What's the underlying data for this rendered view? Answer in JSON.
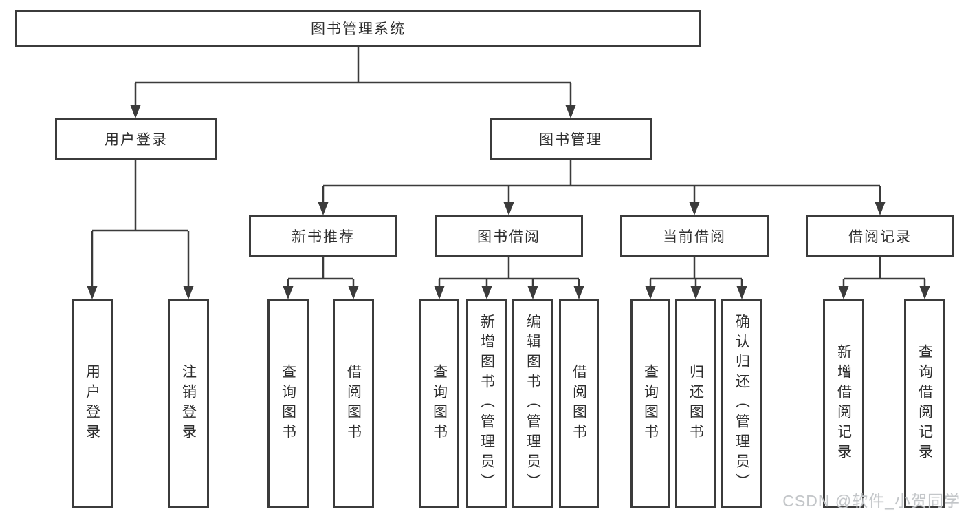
{
  "tree": {
    "label": "图书管理系统",
    "children": [
      {
        "label": "用户登录",
        "children": [
          {
            "label": "用户登录"
          },
          {
            "label": "注销登录"
          }
        ]
      },
      {
        "label": "图书管理",
        "children": [
          {
            "label": "新书推荐",
            "children": [
              {
                "label": "查询图书"
              },
              {
                "label": "借阅图书"
              }
            ]
          },
          {
            "label": "图书借阅",
            "children": [
              {
                "label": "查询图书"
              },
              {
                "label": "新增图书（管理员）"
              },
              {
                "label": "编辑图书（管理员）"
              },
              {
                "label": "借阅图书"
              }
            ]
          },
          {
            "label": "当前借阅",
            "children": [
              {
                "label": "查询图书"
              },
              {
                "label": "归还图书"
              },
              {
                "label": "确认归还（管理员）"
              }
            ]
          },
          {
            "label": "借阅记录",
            "children": [
              {
                "label": "新增借阅记录"
              },
              {
                "label": "查询借阅记录"
              }
            ]
          }
        ]
      }
    ]
  },
  "watermark": "CSDN @软件_小贺同学",
  "colors": {
    "line": "#3b3b3b",
    "box_border": "#3b3b3b",
    "text": "#2e2e2e",
    "watermark": "#c3c6c9",
    "background": "#ffffff"
  }
}
